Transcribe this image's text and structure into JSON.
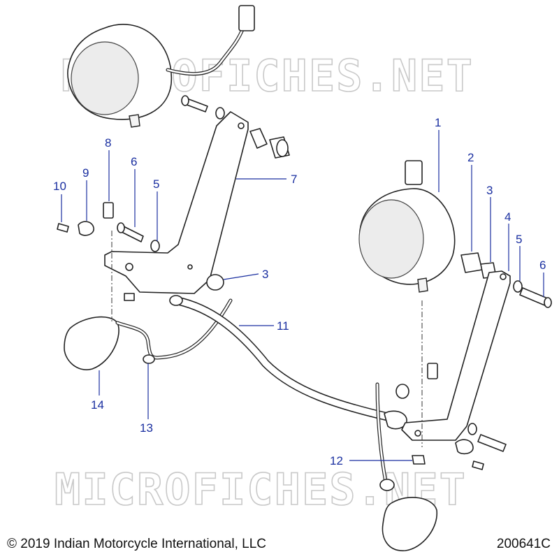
{
  "watermark": "MICROFICHES.NET",
  "footer": {
    "copyright": "© 2019 Indian Motorcycle International, LLC",
    "diagram_id": "200641C"
  },
  "callouts": [
    "1",
    "2",
    "3",
    "4",
    "5",
    "6",
    "7",
    "8",
    "6",
    "5",
    "10",
    "9",
    "3",
    "11",
    "12",
    "13",
    "14"
  ],
  "colors": {
    "callout": "#1a2fa0",
    "line": "#222222",
    "watermark": "#c9c9c9"
  }
}
